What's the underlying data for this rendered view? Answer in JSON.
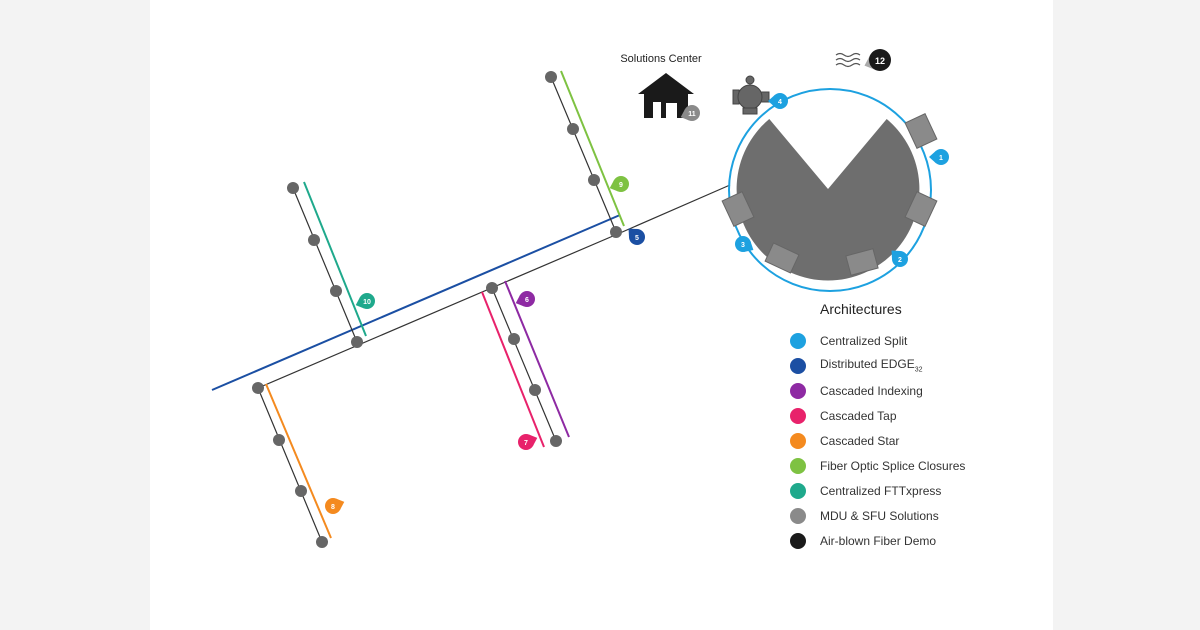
{
  "header": {
    "solutions_center_label": "Solutions Center"
  },
  "markers": [
    {
      "number": "1",
      "color": "#1da1e0"
    },
    {
      "number": "2",
      "color": "#1da1e0"
    },
    {
      "number": "3",
      "color": "#1da1e0"
    },
    {
      "number": "4",
      "color": "#1da1e0"
    },
    {
      "number": "5",
      "color": "#1b4fa3"
    },
    {
      "number": "6",
      "color": "#8e2aa3"
    },
    {
      "number": "7",
      "color": "#e8226b"
    },
    {
      "number": "8",
      "color": "#f48a1f"
    },
    {
      "number": "9",
      "color": "#7ec242"
    },
    {
      "number": "10",
      "color": "#1fa98c"
    },
    {
      "number": "11",
      "color": "#8a8a8a"
    },
    {
      "number": "12",
      "color": "#1a1a1a"
    }
  ],
  "legend": {
    "title": "Architectures",
    "items": [
      {
        "label": "Centralized Split",
        "color": "#1da1e0"
      },
      {
        "label": "Distributed EDGE",
        "subscript": "32",
        "color": "#1b4fa3"
      },
      {
        "label": "Cascaded Indexing",
        "color": "#8e2aa3"
      },
      {
        "label": "Cascaded Tap",
        "color": "#e8226b"
      },
      {
        "label": "Cascaded Star",
        "color": "#f48a1f"
      },
      {
        "label": "Fiber Optic Splice Closures",
        "color": "#7ec242"
      },
      {
        "label": "Centralized FTTxpress",
        "color": "#1fa98c"
      },
      {
        "label": "MDU & SFU Solutions",
        "color": "#8a8a8a"
      },
      {
        "label": "Air-blown Fiber Demo",
        "color": "#1a1a1a"
      }
    ]
  }
}
